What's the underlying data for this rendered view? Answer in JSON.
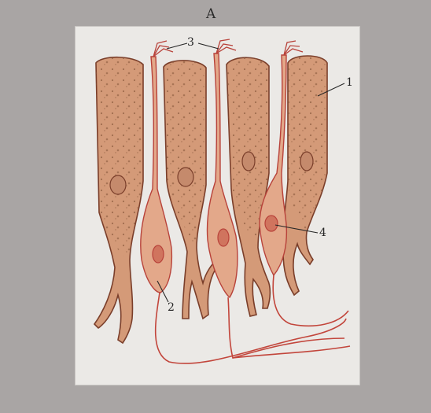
{
  "figure": {
    "title": "A",
    "labels": {
      "supporting_cell": "1",
      "receptor_cell_body": "2",
      "hairs": "3",
      "nucleus": "4"
    }
  },
  "colors": {
    "background": "#a9a5a4",
    "paper": "#ebe9e6",
    "supporting_cell_fill": "#d49a78",
    "supporting_cell_outline": "#7a3e2a",
    "receptor_fill": "#e3a88a",
    "receptor_outline": "#b8423a",
    "nucleus_fill": "#d0745e",
    "fiber": "#c2453b"
  }
}
